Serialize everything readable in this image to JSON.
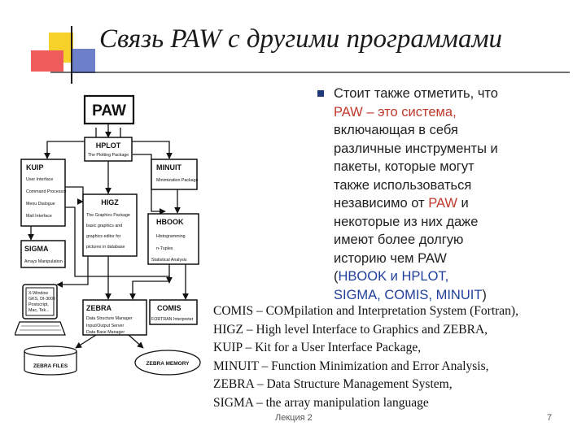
{
  "slide": {
    "title": "Связь PAW с другими программами",
    "footer_left": "Лекция 2",
    "page_number": "7"
  },
  "paragraph": {
    "l1": "Стоит также отметить, что",
    "l2_red": "PAW – это система,",
    "l3": "включающая в себя",
    "l4": "различные инструменты и",
    "l5": "пакеты, которые могут",
    "l6": "также использоваться",
    "l7_pre": "независимо от ",
    "l7_red": "PAW",
    "l7_post": " и",
    "l8": "некоторые из них даже",
    "l9": "имеют более долгую",
    "l10": "историю чем PAW",
    "l11_open": "(",
    "l11_blue": "HBOOK и HPLOT,",
    "l12_blue": "SIGMA, COMIS, MINUIT",
    "l12_close": ")"
  },
  "definitions": [
    "COMIS – COMpilation and Interpretation System (Fortran),",
    "HIGZ – High level Interface to Graphics and ZEBRA,",
    "KUIP – Kit for a User Interface Package,",
    "MINUIT – Function Minimization and Error Analysis,",
    "ZEBRA – Data Structure Management System,",
    "SIGMA – the array manipulation language"
  ],
  "diagram": {
    "paw": "PAW",
    "hplot": {
      "name": "HPLOT",
      "desc": "The Plotting Package"
    },
    "kuip": {
      "name": "KUIP",
      "lines": [
        "User Interface",
        "Command Processor",
        "Menu Dialogue",
        "Mail Interface"
      ]
    },
    "minuit": {
      "name": "MINUIT",
      "desc": "Minimization Package"
    },
    "higz": {
      "name": "HIGZ",
      "lines": [
        "The Graphics Package",
        "basic graphics and",
        "graphics editor for",
        "pictures in database"
      ]
    },
    "hbook": {
      "name": "HBOOK",
      "lines": [
        "Histogramming",
        "n-Tuples",
        "Statistical Analysis"
      ]
    },
    "sigma": {
      "name": "SIGMA",
      "desc": "Arrays Manipulation"
    },
    "terminal": [
      "X-Window",
      "GKS, DI-3000",
      "Postscript,",
      "Mac, Tek..."
    ],
    "zebra": {
      "name": "ZEBRA",
      "lines": [
        "Data Structure Manager",
        "Input/Output Server",
        "Data Base Manager"
      ]
    },
    "comis": {
      "name": "COMIS",
      "desc": "FORTRAN Interpreter"
    },
    "zebra_files": "ZEBRA FILES",
    "zebra_memory": "ZEBRA MEMORY"
  }
}
